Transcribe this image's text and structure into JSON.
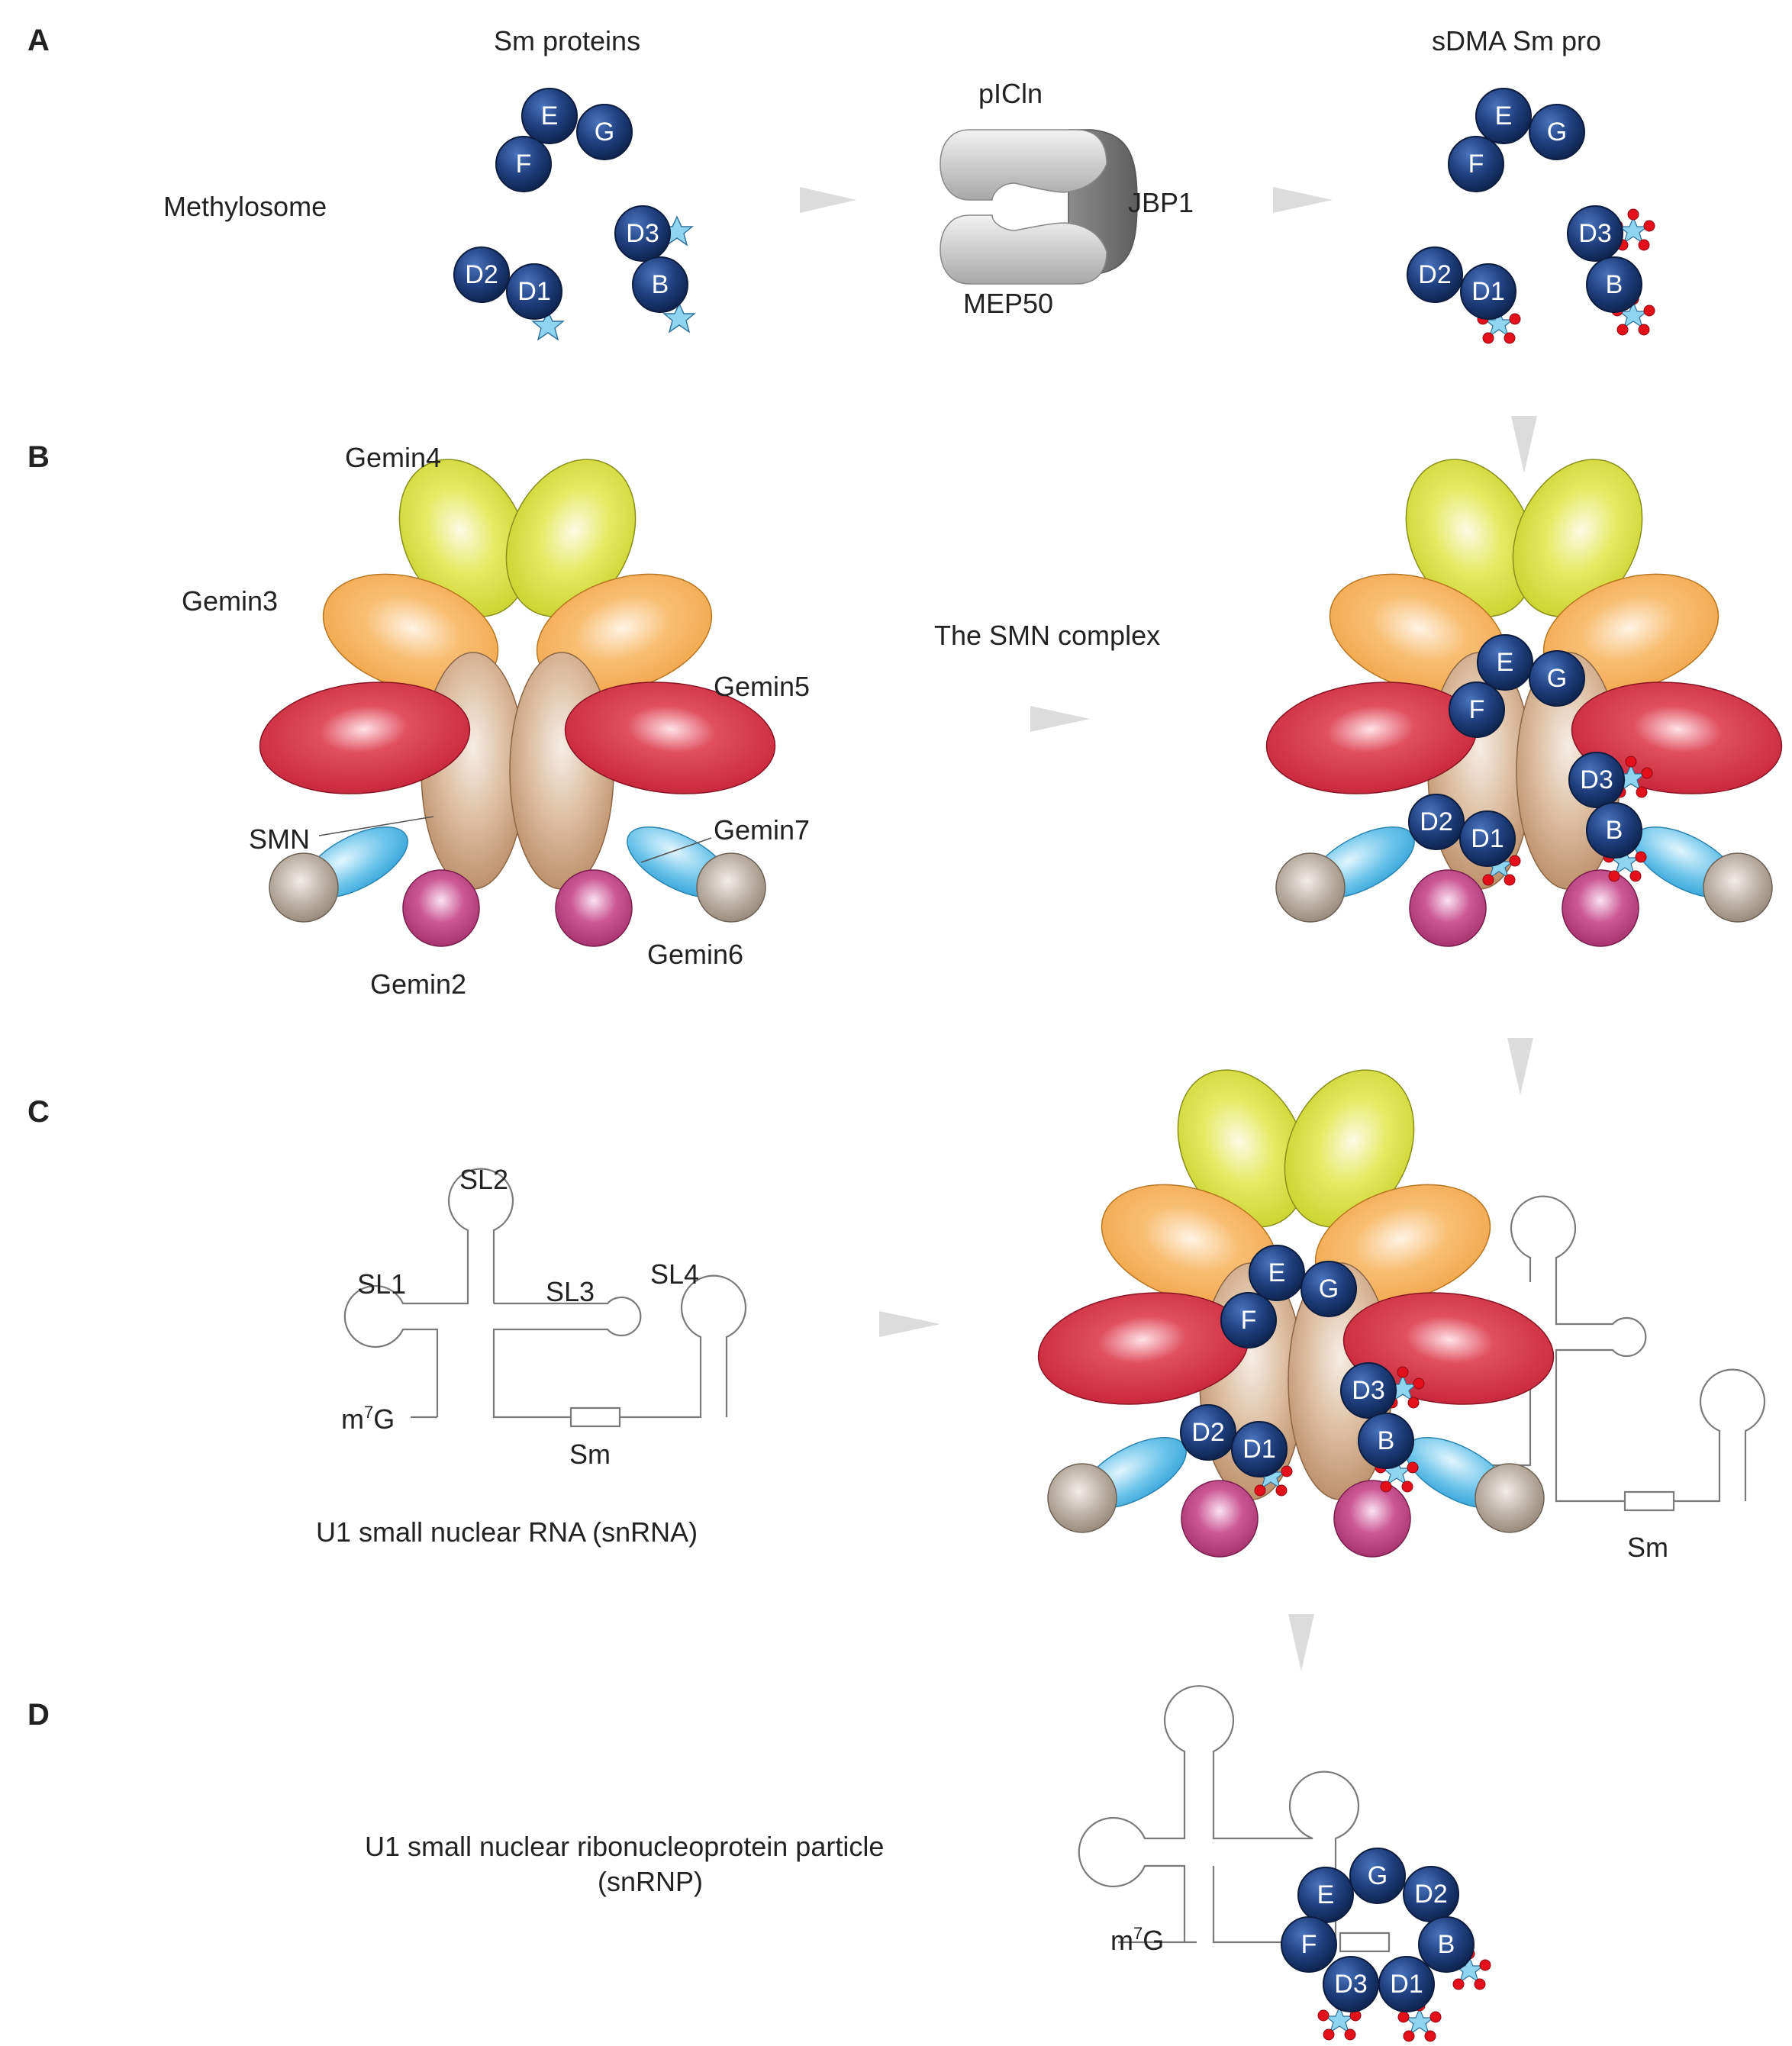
{
  "panels": [
    "A",
    "B",
    "C",
    "D"
  ],
  "labels": {
    "sm_proteins": "Sm proteins",
    "methylosome": "Methylosome",
    "picln": "pICln",
    "jbp1": "JBP1",
    "mep50": "MEP50",
    "sdma": "sDMA Sm pro",
    "gemin4": "Gemin4",
    "gemin3": "Gemin3",
    "gemin5": "Gemin5",
    "smn": "SMN",
    "gemin7": "Gemin7",
    "gemin6": "Gemin6",
    "gemin2": "Gemin2",
    "smn_complex": "The SMN complex",
    "sl1": "SL1",
    "sl2": "SL2",
    "sl3": "SL3",
    "sl4": "SL4",
    "cap_m": "m",
    "cap_sup": "7",
    "cap_g": "G",
    "sm_site": "Sm",
    "u1_snrna": "U1 small nuclear RNA (snRNA)",
    "u1_snrnp_1": "U1 small nuclear ribonucleoprotein particle",
    "u1_snrnp_2": "(snRNP)"
  },
  "sm": {
    "E": "E",
    "F": "F",
    "G": "G",
    "D1": "D1",
    "D2": "D2",
    "D3": "D3",
    "B": "B"
  },
  "colors": {
    "sm_protein": "#1f3f7e",
    "gemin4": "#c8d12b",
    "gemin3": "#f3a54a",
    "gemin5": "#c8253a",
    "smn": "#c89a74",
    "gemin7": "#4fb6e4",
    "gemin6": "#a79a8e",
    "gemin2": "#b43b7a",
    "methyl_group": "#e3101c",
    "star": "#8fd5f0",
    "arrow": "#dcdcdc",
    "rna_line": "#7a7a7a"
  }
}
